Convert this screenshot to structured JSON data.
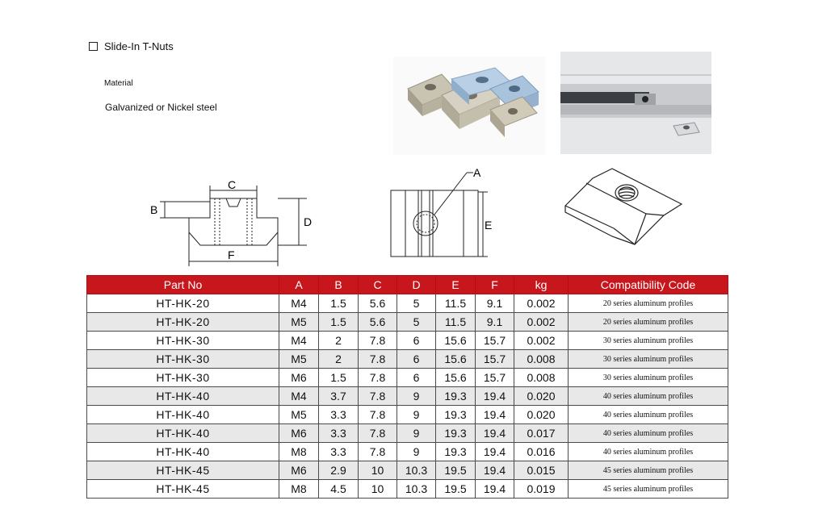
{
  "header": {
    "title": "Slide-In T-Nuts",
    "material_label": "Material",
    "material_value": "Galvanized or Nickel steel"
  },
  "drawings": {
    "profile": {
      "c": "C",
      "b": "B",
      "d": "D",
      "f": "F"
    },
    "top": {
      "a": "A",
      "e": "E"
    }
  },
  "table": {
    "headers": [
      "Part No",
      "A",
      "B",
      "C",
      "D",
      "E",
      "F",
      "kg",
      "Compatibility Code"
    ],
    "rows": [
      [
        "HT-HK-20",
        "M4",
        "1.5",
        "5.6",
        "5",
        "11.5",
        "9.1",
        "0.002",
        "20 series aluminum profiles"
      ],
      [
        "HT-HK-20",
        "M5",
        "1.5",
        "5.6",
        "5",
        "11.5",
        "9.1",
        "0.002",
        "20 series aluminum profiles"
      ],
      [
        "HT-HK-30",
        "M4",
        "2",
        "7.8",
        "6",
        "15.6",
        "15.7",
        "0.002",
        "30 series aluminum profiles"
      ],
      [
        "HT-HK-30",
        "M5",
        "2",
        "7.8",
        "6",
        "15.6",
        "15.7",
        "0.008",
        "30 series aluminum profiles"
      ],
      [
        "HT-HK-30",
        "M6",
        "1.5",
        "7.8",
        "6",
        "15.6",
        "15.7",
        "0.008",
        "30 series aluminum profiles"
      ],
      [
        "HT-HK-40",
        "M4",
        "3.7",
        "7.8",
        "9",
        "19.3",
        "19.4",
        "0.020",
        "40 series aluminum profiles"
      ],
      [
        "HT-HK-40",
        "M5",
        "3.3",
        "7.8",
        "9",
        "19.3",
        "19.4",
        "0.020",
        "40 series aluminum profiles"
      ],
      [
        "HT-HK-40",
        "M6",
        "3.3",
        "7.8",
        "9",
        "19.3",
        "19.4",
        "0.017",
        "40 series aluminum profiles"
      ],
      [
        "HT-HK-40",
        "M8",
        "3.3",
        "7.8",
        "9",
        "19.3",
        "19.4",
        "0.016",
        "40 series aluminum profiles"
      ],
      [
        "HT-HK-45",
        "M6",
        "2.9",
        "10",
        "10.3",
        "19.5",
        "19.4",
        "0.015",
        "45 series aluminum profiles"
      ],
      [
        "HT-HK-45",
        "M8",
        "4.5",
        "10",
        "10.3",
        "19.5",
        "19.4",
        "0.019",
        "45 series aluminum profiles"
      ]
    ]
  },
  "colors": {
    "header_red": "#c8161d",
    "alt_row": "#e8e8e8"
  }
}
